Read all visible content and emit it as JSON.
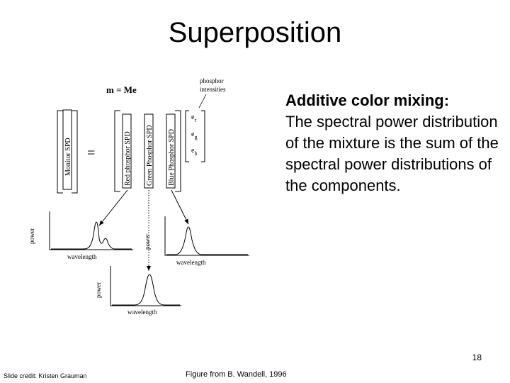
{
  "slide": {
    "title": "Superposition",
    "body_heading": "Additive color mixing:",
    "body_text": "The spectral power distribution of the mixture is the sum of the spectral power distributions of the components.",
    "slide_number": "18",
    "credit_left": "Slide credit: Kristen Grauman",
    "credit_center": "Figure from B. Wandell, 1996"
  },
  "figure": {
    "equation": "m = Me",
    "equals_sign": "=",
    "phosphor_label_1": "phosphor",
    "phosphor_label_2": "intensities",
    "monitor_spd": "Monitor SPD",
    "red_spd": "Red phosphor SPD",
    "green_spd": "Green Phosphor SPD",
    "blue_spd": "Blue Phosphor SPD",
    "vector": [
      {
        "base": "e",
        "sub": "r"
      },
      {
        "base": "e",
        "sub": "g"
      },
      {
        "base": "e",
        "sub": "b"
      }
    ],
    "power_label": "power",
    "wavelength_label": "wavelength"
  }
}
